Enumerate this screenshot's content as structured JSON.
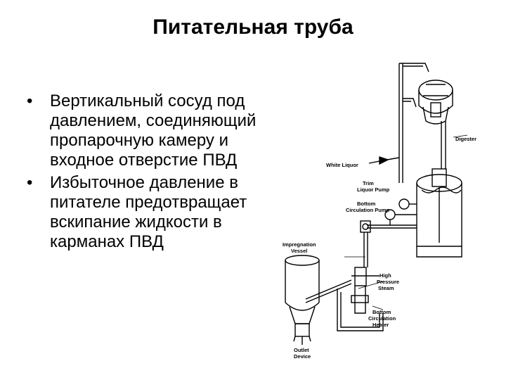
{
  "slide": {
    "title": "Питательная труба",
    "bullets": [
      "Вертикальный сосуд под давлением, соединяющий пропарочную камеру и входное отверстие ПВД",
      "Избыточное давление в питателе предотвращает вскипание жидкости в карманах ПВД"
    ]
  },
  "diagram": {
    "labels": {
      "digester": "Digester",
      "white_liquor": "White Liquor",
      "trim_pump_1": "Trim",
      "trim_pump_2": "Liquor Pump",
      "bottom_pump_1": "Bottom",
      "bottom_pump_2": "Circulation Pump",
      "impregnation_1": "Impregnation",
      "impregnation_2": "Vessel",
      "hp_steam_1": "High",
      "hp_steam_2": "Pressure",
      "hp_steam_3": "Steam",
      "heater_1": "Bottom",
      "heater_2": "Circulation",
      "heater_3": "Heater",
      "outlet_1": "Outlet",
      "outlet_2": "Device"
    }
  }
}
